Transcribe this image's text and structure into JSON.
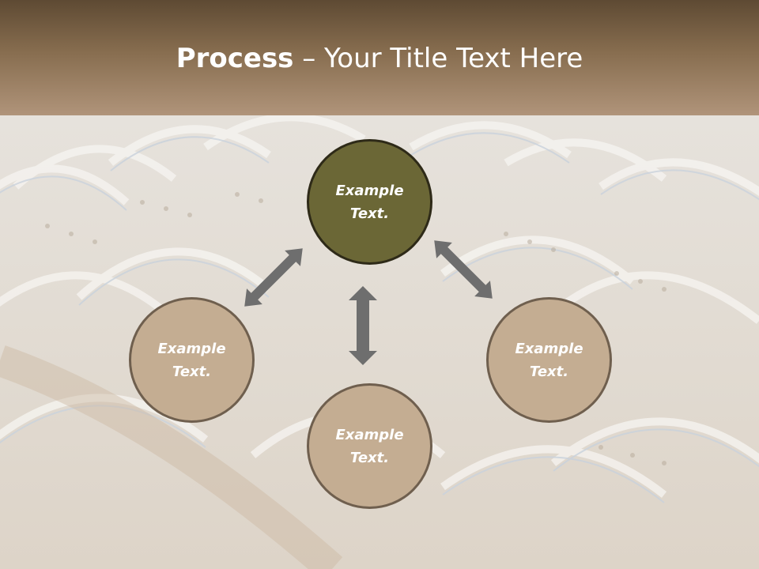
{
  "slide": {
    "title_bold": "Process",
    "title_rest": " – Your Title Text Here"
  },
  "diagram": {
    "center": {
      "label": "Example\nText.",
      "color": "#6b6736"
    },
    "left": {
      "label": "Example\nText.",
      "color": "#c4ad92"
    },
    "bottom": {
      "label": "Example\nText.",
      "color": "#c4ad92"
    },
    "right": {
      "label": "Example\nText.",
      "color": "#c4ad92"
    },
    "arrow_color": "#6e6e6e"
  },
  "colors": {
    "header_top": "#5e4a33",
    "header_bottom": "#b0947a"
  },
  "background_image": "greenhouse-tunnels-photo"
}
